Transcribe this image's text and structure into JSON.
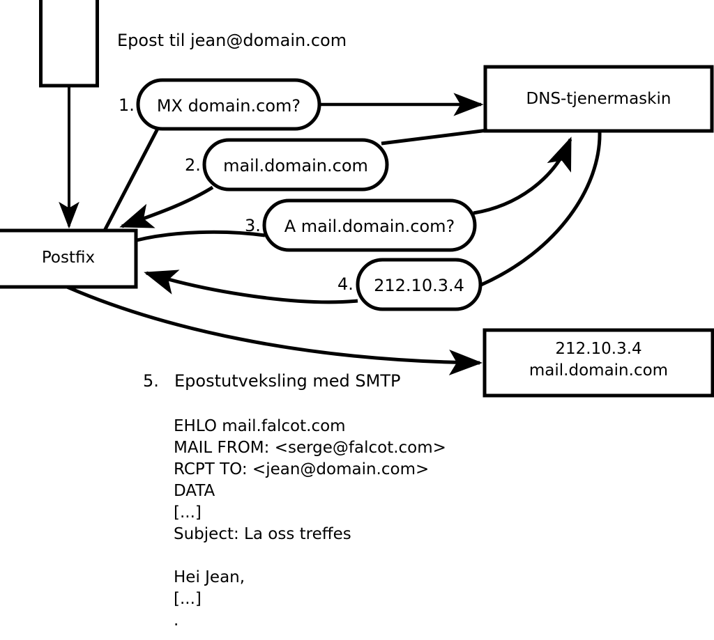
{
  "diagram": {
    "title_text": "Epost til jean@domain.com",
    "nodes": [
      {
        "id": "client",
        "label": "",
        "shape": "rectangle"
      },
      {
        "id": "postfix",
        "label": "Postfix",
        "shape": "rectangle"
      },
      {
        "id": "dns",
        "label": "DNS-tjenermaskin",
        "shape": "rectangle"
      },
      {
        "id": "mailserver",
        "label_line1": "212.10.3.4",
        "label_line2": "mail.domain.com",
        "shape": "rectangle"
      }
    ],
    "steps": [
      {
        "num": "1.",
        "label": "MX domain.com?"
      },
      {
        "num": "2.",
        "label": "mail.domain.com"
      },
      {
        "num": "3.",
        "label": "A mail.domain.com?"
      },
      {
        "num": "4.",
        "label": "212.10.3.4"
      },
      {
        "num": "5.",
        "label": "Epostutveksling med SMTP"
      }
    ],
    "smtp_transcript": [
      "EHLO mail.falcot.com",
      "MAIL FROM: <serge@falcot.com>",
      "RCPT TO: <jean@domain.com>",
      "DATA",
      "[...]",
      "Subject: La oss treffes",
      "",
      "Hei Jean,",
      "[...]",
      "."
    ],
    "colors": {
      "stroke": "#000000",
      "fill": "#ffffff",
      "text": "#000000"
    }
  }
}
